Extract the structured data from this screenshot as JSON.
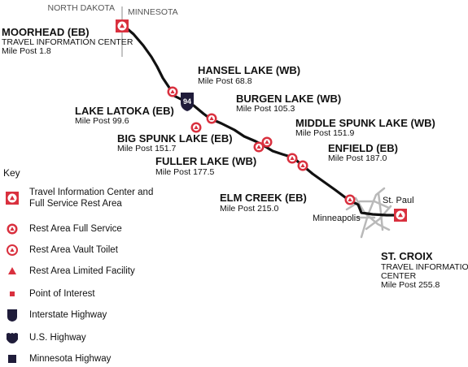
{
  "state_labels": {
    "north_dakota": "NORTH DAKOTA",
    "minnesota": "MINNESOTA"
  },
  "highway_shield": "94",
  "cities": {
    "st_paul": "St. Paul",
    "minneapolis": "Minneapolis"
  },
  "sites": [
    {
      "id": "moorhead",
      "name": "MOORHEAD (EB)",
      "subtitle": "TRAVEL INFORMATION CENTER",
      "milepost": "Mile Post 1.8",
      "type": "travel-info"
    },
    {
      "id": "hansel",
      "name": "HANSEL LAKE (WB)",
      "milepost": "Mile Post 68.8",
      "type": "full-service"
    },
    {
      "id": "latoka",
      "name": "LAKE LATOKA (EB)",
      "milepost": "Mile Post 99.6",
      "type": "full-service"
    },
    {
      "id": "burgen",
      "name": "BURGEN LAKE (WB)",
      "milepost": "Mile Post 105.3",
      "type": "full-service"
    },
    {
      "id": "big_spunk",
      "name": "BIG SPUNK LAKE (EB)",
      "milepost": "Mile Post 151.7",
      "type": "full-service"
    },
    {
      "id": "middle_spunk",
      "name": "MIDDLE SPUNK LAKE (WB)",
      "milepost": "Mile Post 151.9",
      "type": "full-service"
    },
    {
      "id": "fuller",
      "name": "FULLER LAKE (WB)",
      "milepost": "Mile Post 177.5",
      "type": "full-service"
    },
    {
      "id": "enfield",
      "name": "ENFIELD (EB)",
      "milepost": "Mile Post 187.0",
      "type": "full-service"
    },
    {
      "id": "elm_creek",
      "name": "ELM CREEK (EB)",
      "milepost": "Mile Post 215.0",
      "type": "full-service"
    },
    {
      "id": "st_croix",
      "name": "ST. CROIX",
      "subtitle": "TRAVEL INFORMATION",
      "subtitle2": "CENTER",
      "milepost": "Mile Post 255.8",
      "type": "travel-info"
    }
  ],
  "key": {
    "title": "Key",
    "items": [
      {
        "label": "Travel Information Center and\nFull Service Rest Area",
        "icon": "travel-info-center-icon"
      },
      {
        "label": "Rest Area Full Service",
        "icon": "rest-area-full-service-icon"
      },
      {
        "label": "Rest Area Vault Toilet",
        "icon": "rest-area-vault-toilet-icon"
      },
      {
        "label": "Rest Area Limited Facility",
        "icon": "rest-area-limited-facility-icon"
      },
      {
        "label": "Point of Interest",
        "icon": "point-of-interest-icon"
      },
      {
        "label": "Interstate Highway",
        "icon": "interstate-highway-icon"
      },
      {
        "label": "U.S. Highway",
        "icon": "us-highway-icon"
      },
      {
        "label": "Minnesota Highway",
        "icon": "minnesota-highway-icon"
      }
    ]
  },
  "colors": {
    "accent_red": "#d9303e",
    "route_black": "#111111",
    "border_gray": "#8a8a8a",
    "shield_navy": "#1f1c3a"
  }
}
